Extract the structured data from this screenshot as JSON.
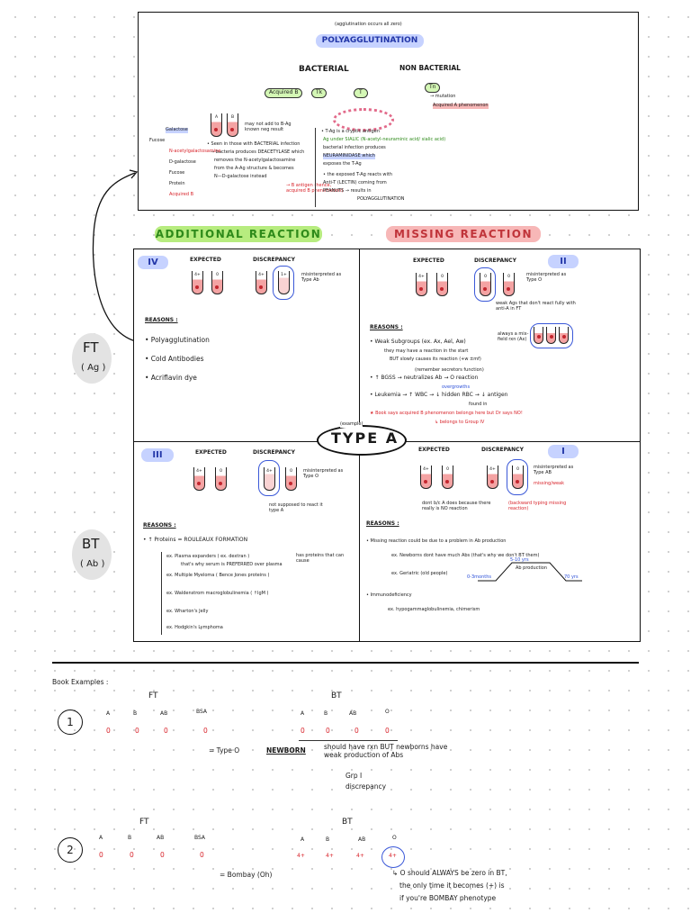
{
  "top_panel": {
    "header_note": "(agglutination occurs all zero)",
    "title": "POLYAGGLUTINATION",
    "bacterial": "BACTERIAL",
    "non_bacterial": "NON BACTERIAL",
    "acquired_b": "Acquired B",
    "tk": "Tk",
    "t": "T",
    "tn": "Tn",
    "tn_note1": "→ mutation",
    "tn_note2": "Acquired A phenomenon",
    "tube_a": "A",
    "tube_b": "B",
    "tube_note": "may not add to B-Ag known neg result",
    "acq_b_lines": [
      "• Seen in those with BACTERIAL infection",
      "→ bacteria produces DEACETYLASE which",
      "removes the N-acetylgalactosamine",
      "from the A-Ag structure & becomes",
      "N—D-galactose instead"
    ],
    "acq_b_result": "→ B antigen (hence, acquired B phenomenon)",
    "left_notes": [
      "Galactose",
      "Fucose",
      "N-acetylgalactosamine",
      "D-galactose",
      "Fucose",
      "Protein",
      "Acquired B"
    ],
    "t_lines": [
      "• T-Ag is a cryptic antigen",
      "Ag under SIALIC (N-acetyl-neuraminic acid/ sialic acid)",
      "bacterial infection produces",
      "NEURAMINIDASE which",
      "exposes the T-Ag",
      "• the exposed T-Ag reacts with",
      "Anti-T (LECTIN) coming from",
      "PEANUTS → results in",
      "POLYAGGLUTINATION"
    ]
  },
  "headers": {
    "additional": "ADDITIONAL REACTION",
    "missing": "MISSING REACTION",
    "center": "TYPE A",
    "center_note": "(example)"
  },
  "side": {
    "ft": "FT",
    "ft_sub": "( Ag )",
    "bt": "BT",
    "bt_sub": "( Ab )"
  },
  "quadrants": {
    "iv": {
      "badge": "IV",
      "expected": "EXPECTED",
      "discrepancy": "DISCREPANCY",
      "misinterpret": "misinterpreted as Type Ab",
      "reasons_title": "REASONS :",
      "reasons": [
        "• Polyagglutination",
        "• Cold Antibodies",
        "• Acriflavin dye"
      ]
    },
    "ii": {
      "badge": "II",
      "expected": "EXPECTED",
      "discrepancy": "DISCREPANCY",
      "misinterpret": "misinterpreted as Type O",
      "weak_note": "weak Ags that don't react fully with anti-A in FT",
      "reasons_title": "REASONS :",
      "r1": "• Weak Subgroups (ex. Ax, Ael, Aw)",
      "r1_note": "BUT slowly causes its reaction (+w ±mf)",
      "r1_note2": "they may have a reaction in the start",
      "r1_side": "always a mix-field rxn (Ax)",
      "r2": "• ↑ BGSS → neutralizes Ab → O reaction",
      "r2_note": "(remember secretors function)",
      "r3": "• Leukemia → ↑ WBC → ↓ hidden RBC → ↓ antigen",
      "r3_note": "overgrowths",
      "r3_note2": "found in",
      "star": "★ Book says acquired B phenomenon belongs here but Dr says NO!",
      "star2": "↳ belongs to Group IV"
    },
    "iii": {
      "badge": "III",
      "expected": "EXPECTED",
      "discrepancy": "DISCREPANCY",
      "misinterpret": "misinterpreted as Type O",
      "not_supposed": "not supposed to react it type A",
      "reasons_title": "REASONS :",
      "r_main": "• ↑ Proteins = ROULEAUX FORMATION",
      "r_side": "has proteins that can cause",
      "list": [
        "ex. Plasma expanders ( ex. dextran )",
        "ex. Multiple Myeloma ( Bence Jones proteins )",
        "ex. Waldenstrom macroglobulinemia ( ↑IgM )",
        "ex. Wharton's Jelly",
        "ex. Hodgkin's Lymphoma"
      ],
      "list_note": "that's why serum is PREFERRED over plasma"
    },
    "i": {
      "badge": "I",
      "expected": "EXPECTED",
      "discrepancy": "DISCREPANCY",
      "misinterpret": "misinterpreted as Type AB",
      "missing_weak": "missing/weak",
      "dont_have": "dont b/c A does because there really is NO reaction",
      "backward": "(backward typing missing reaction)",
      "reasons_title": "REASONS :",
      "r_main": "• Missing reaction could be due to a problem in Ab production",
      "r1": "ex. Newborns dont have much Abs (that's why we don't BT them)",
      "r2": "ex. Geriatric (old people)",
      "graph_0": "0-3months",
      "graph_mid": "5-10 yrs",
      "graph_ab": "Ab production",
      "graph_end": "70 yrs",
      "r_imm": "• Immunodeficiency",
      "r_imm_ex": "ex. hypogammaglobulinemia, chimerism"
    }
  },
  "book": {
    "title": "Book Examples :",
    "ex1": {
      "num": "1",
      "ft": "FT",
      "bt": "BT",
      "ft_cols": [
        "A",
        "B",
        "AB",
        "BSA"
      ],
      "ft_vals": [
        "0",
        "0",
        "0",
        "0"
      ],
      "bt_cols": [
        "A",
        "B",
        "AB",
        "O"
      ],
      "bt_vals": [
        "0",
        "0",
        "0",
        "0"
      ],
      "result": "= Type O",
      "result_tag": "NEWBORN",
      "note": "should have rxn BUT newborns have weak production of Abs",
      "grp": "Grp I",
      "grp2": "discrepancy"
    },
    "ex2": {
      "num": "2",
      "ft": "FT",
      "bt": "BT",
      "ft_cols": [
        "A",
        "B",
        "AB",
        "BSA"
      ],
      "ft_vals": [
        "0",
        "0",
        "0",
        "0"
      ],
      "bt_cols": [
        "A",
        "B",
        "AB",
        "O"
      ],
      "bt_vals": [
        "4+",
        "4+",
        "4+",
        "4+"
      ],
      "result": "= Bombay (Oh)",
      "note1": "↳ O should ALWAYS be zero in BT,",
      "note2": "the only time it becomes (+) is",
      "note3": "if you're BOMBAY phenotype"
    }
  }
}
